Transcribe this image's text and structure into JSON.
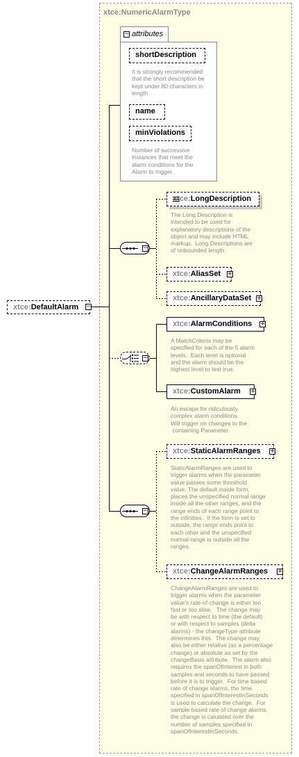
{
  "type_title": "xtce:NumericAlarmType",
  "attributes_title": "attributes",
  "root": {
    "ns": "xtce:",
    "name": "DefaultAlarm"
  },
  "attributes": [
    {
      "name": "shortDescription",
      "doc": "It is strongly recommended\nthat the short description be\nkept under 80 characters in\nlength"
    },
    {
      "name": "name",
      "doc": ""
    },
    {
      "name": "minViolations",
      "doc": "Number of successive\ninstances that meet the\nalarm conditions for the\nAlarm to trigger."
    }
  ],
  "elements": {
    "long_description": {
      "ns": "xtce:",
      "name": "LongDescription",
      "doc": "The Long Description is\nintended to be used for\nexplanatory descriptions of the\nobject and may include HTML\nmarkup.  Long Descriptions are\nof unbounded length"
    },
    "alias_set": {
      "ns": "xtce:",
      "name": "AliasSet"
    },
    "ancillary_data_set": {
      "ns": "xtce:",
      "name": "AncillaryDataSet"
    },
    "alarm_conditions": {
      "ns": "xtce:",
      "name": "AlarmConditions",
      "doc": "A MatchCriteria may be\nspecified for each of the 5 alarm\nlevels.  Each level is optional\nand the alarm should be the\nhighest level to test true."
    },
    "custom_alarm": {
      "ns": "xtce:",
      "name": "CustomAlarm",
      "doc": "An escape for ridiculously\ncomplex alarm conditions.\nWill trigger on changes to the\n containing Parameter."
    },
    "static_alarm_ranges": {
      "ns": "xtce:",
      "name": "StaticAlarmRanges",
      "doc": "StaticAlarmRanges are used to\ntrigger alarms when the parameter\nvalue passes some threshold\nvalue. The default inside form,\nplaces the unspecified normal range\ninside all the other ranges, and the\nrange ends of each range point to\nthe infinities.  If the form is set to\noutside, the range ends point to\neach other and the unspecified\nnormal range is outside all the\nranges."
    },
    "change_alarm_ranges": {
      "ns": "xtce:",
      "name": "ChangeAlarmRanges",
      "doc": "ChangeAlarmRanges are used to\ntrigger alarms when the parameter\nvalue's rate-of-change is either too\nfast or too slow.   The change may\nbe with respect to time (the default)\nor with respect to samples (delta\nalarms) - the changeType attribute\ndetermines this.  The change may\nalso be either relative (as a percentage\nchange) or absolute as set by the\nchangeBasis attribute.  The alarm also\nrequires the spanOfInterest in both\nsamples and seconds to have passed\nbefore it is to trigger.  For time based\nrate of change alarms, the time\nspecified in spanOfInterestInSeconds\nis used to calculate the change.  For\nsample based rate of change alarms,\nthe change is calulated over the\nnumber of samples specified in\nspanOfInterestInSeconds."
    }
  },
  "colors": {
    "type_background": "#FFFFE6",
    "namespace_text": "#8a8a8a",
    "doc_text": "#888888"
  }
}
